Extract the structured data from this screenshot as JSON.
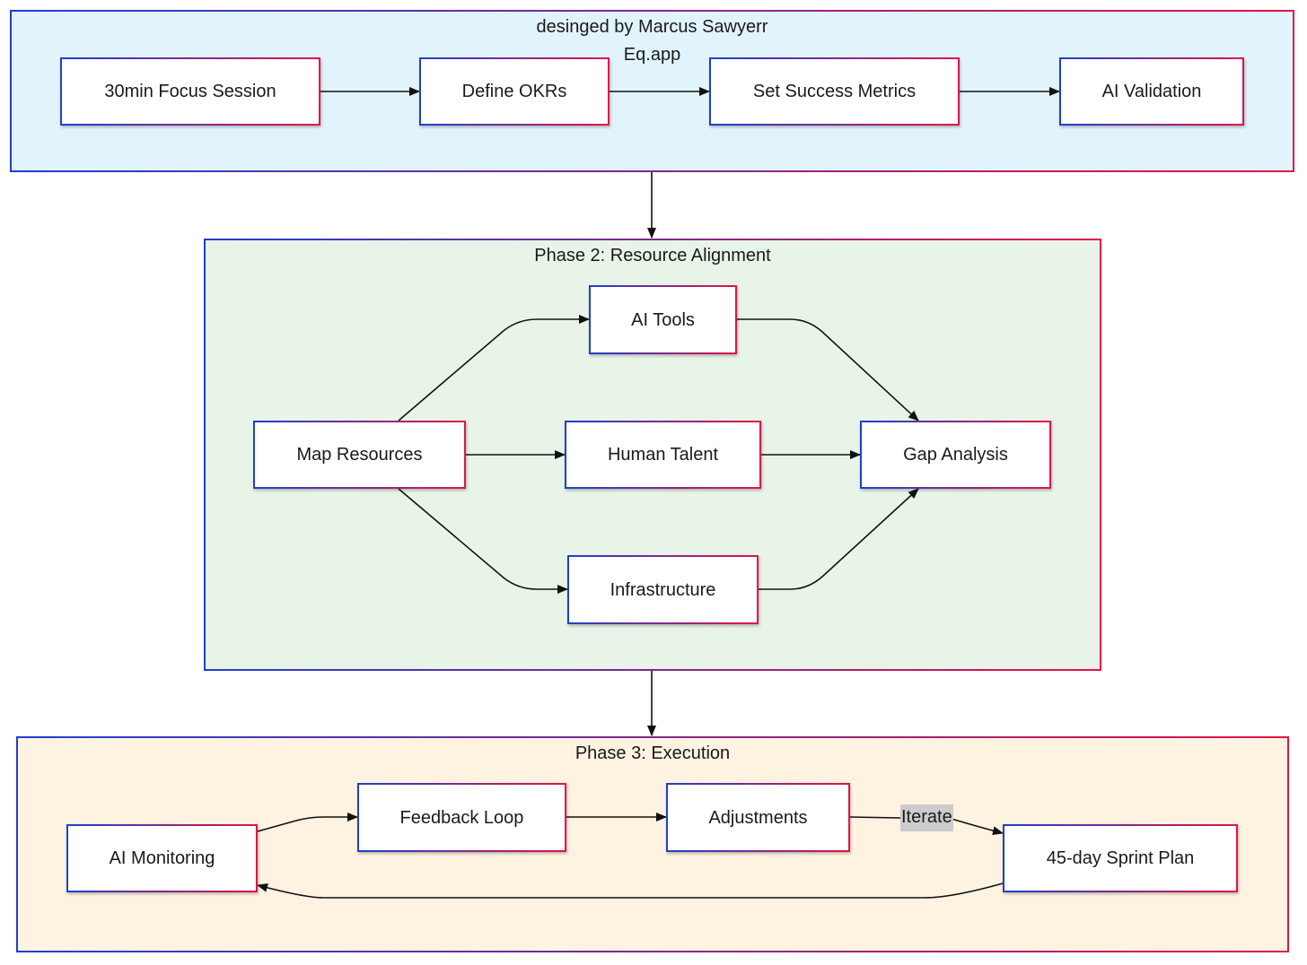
{
  "phase1": {
    "title": "desinged by Marcus Sawyerr",
    "subtitle": "Eq.app",
    "bg": "#e1f4fc",
    "nodes": {
      "focus_session": "30min Focus Session",
      "define_okrs": "Define OKRs",
      "success_metrics": "Set Success Metrics",
      "ai_validation": "AI Validation"
    }
  },
  "phase2": {
    "title": "Phase 2: Resource Alignment",
    "bg": "#e8f4e8",
    "nodes": {
      "ai_tools": "AI Tools",
      "map_resources": "Map Resources",
      "human_talent": "Human Talent",
      "gap_analysis": "Gap Analysis",
      "infrastructure": "Infrastructure"
    }
  },
  "phase3": {
    "title": "Phase 3: Execution",
    "bg": "#fef2e1",
    "nodes": {
      "ai_monitoring": "AI Monitoring",
      "feedback_loop": "Feedback Loop",
      "adjustments": "Adjustments",
      "sprint_plan": "45-day Sprint Plan"
    },
    "edge_labels": {
      "iterate": "Iterate"
    }
  },
  "colors": {
    "border_start": "#1f3fd0",
    "border_end": "#e5124a",
    "edge": "#111111",
    "edge_label_bg": "#cccccc"
  }
}
